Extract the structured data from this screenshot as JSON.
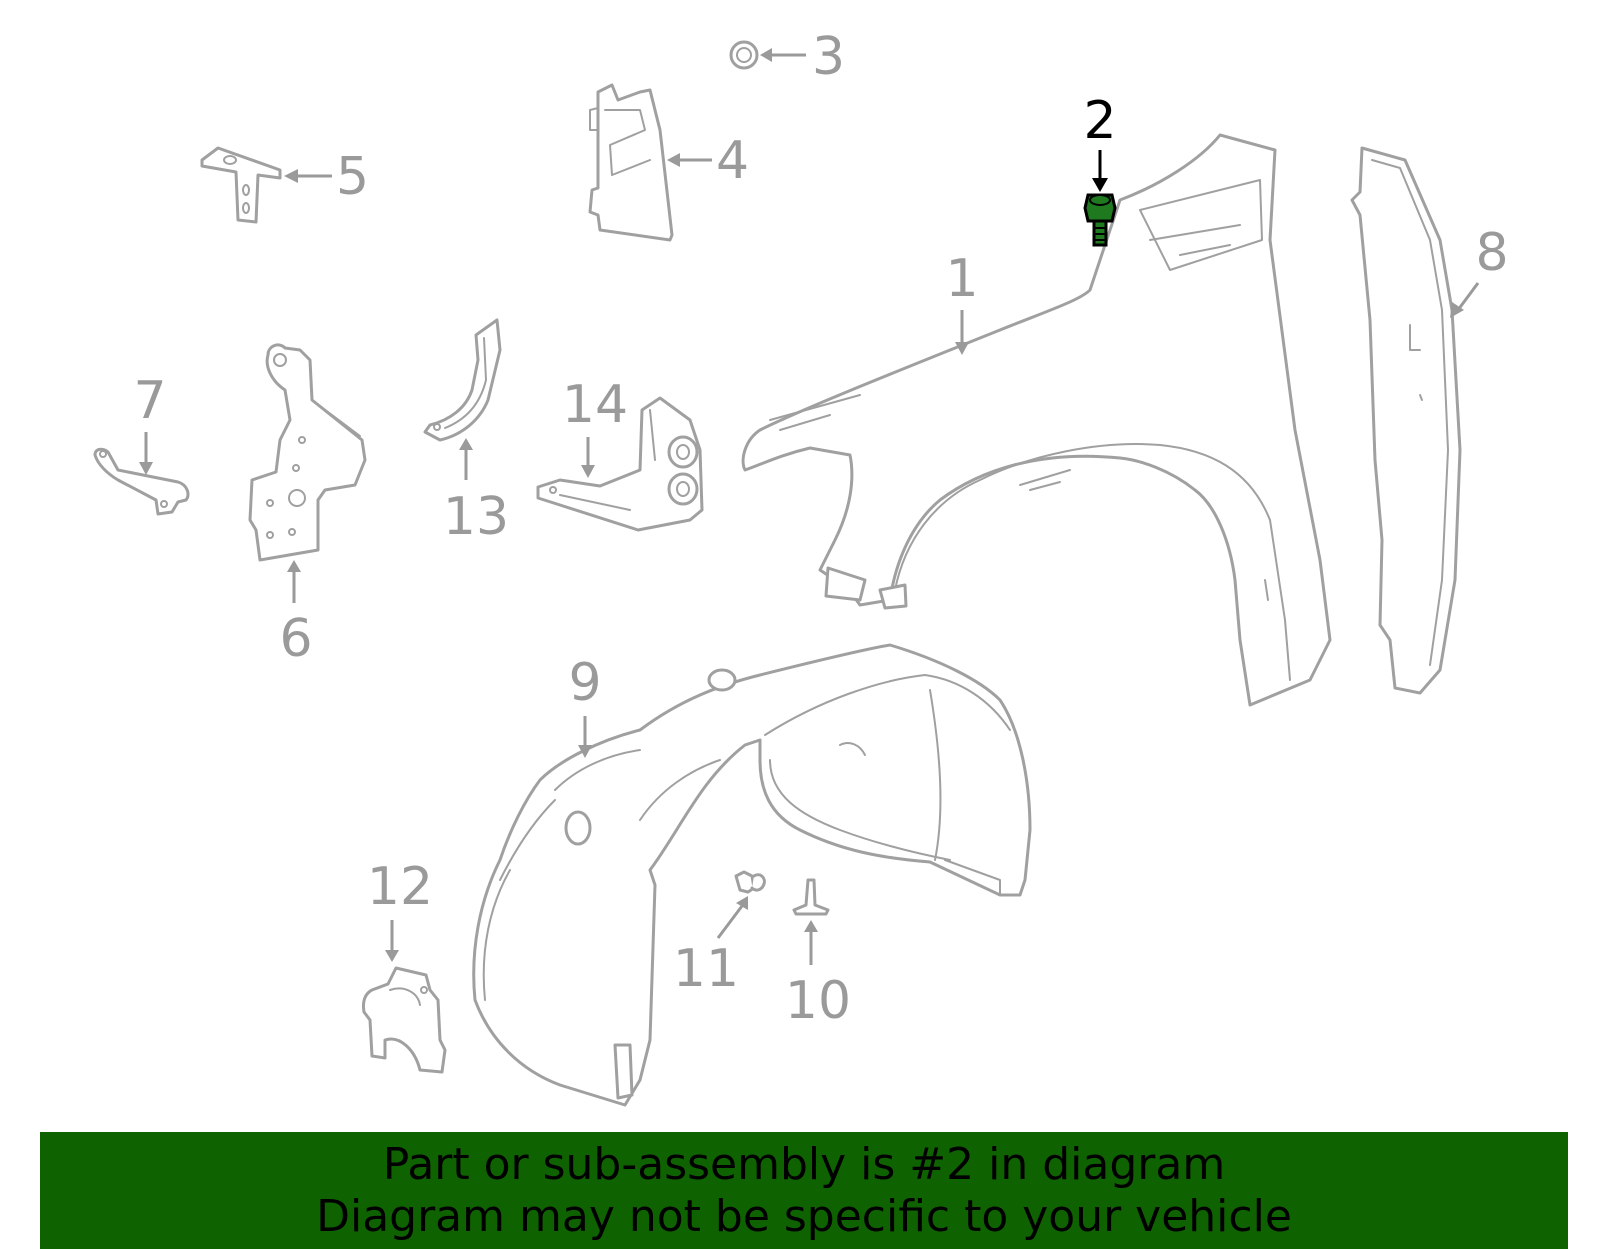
{
  "highlight_color": "#0f6200",
  "highlight_bolt_color": "#1f7a1f",
  "part_stroke_color": "#a0a0a0",
  "callouts": [
    {
      "id": "1",
      "text": "1"
    },
    {
      "id": "2",
      "text": "2"
    },
    {
      "id": "3",
      "text": "3"
    },
    {
      "id": "4",
      "text": "4"
    },
    {
      "id": "5",
      "text": "5"
    },
    {
      "id": "6",
      "text": "6"
    },
    {
      "id": "7",
      "text": "7"
    },
    {
      "id": "8",
      "text": "8"
    },
    {
      "id": "9",
      "text": "9"
    },
    {
      "id": "10",
      "text": "10"
    },
    {
      "id": "11",
      "text": "11"
    },
    {
      "id": "12",
      "text": "12"
    },
    {
      "id": "13",
      "text": "13"
    },
    {
      "id": "14",
      "text": "14"
    }
  ],
  "banner": {
    "line1": "Part or sub-assembly is #2 in diagram",
    "line2": "Diagram may not be specific to your vehicle"
  }
}
